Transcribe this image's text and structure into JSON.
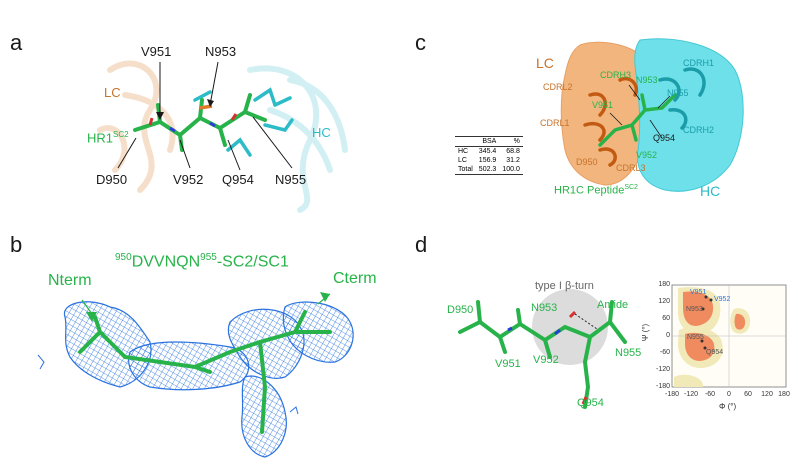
{
  "panels": {
    "a": {
      "label": "a",
      "residues": [
        "V951",
        "N953",
        "D950",
        "V952",
        "Q954",
        "N955"
      ],
      "chains": {
        "lc": "LC",
        "hc": "HC"
      },
      "peptide_base": "HR1",
      "peptide_sup": "SC2"
    },
    "b": {
      "label": "b",
      "title_pre": "950",
      "title_mid": "DVVNQN",
      "title_sup": "955",
      "title_post": "-SC2/SC1",
      "nterm": "Nterm",
      "cterm": "Cterm"
    },
    "c": {
      "label": "c",
      "chains": {
        "lc": "LC",
        "hc": "HC"
      },
      "cdr": [
        "CDRL2",
        "CDRH3",
        "CDRH1",
        "CDRL1",
        "CDRL3",
        "CDRH2"
      ],
      "residues": [
        "N953",
        "V951",
        "N955",
        "Q954",
        "D950",
        "V952"
      ],
      "peptide_base": "HR1C Peptide",
      "peptide_sup": "SC2",
      "table": {
        "headers": [
          "",
          "BSA",
          "%"
        ],
        "rows": [
          [
            "HC",
            "345.4",
            "68.8"
          ],
          [
            "LC",
            "156.9",
            "31.2"
          ],
          [
            "Total",
            "502.3",
            "100.0"
          ]
        ]
      }
    },
    "d": {
      "label": "d",
      "turn_label": "type I β-turn",
      "residues": [
        "D950",
        "N953",
        "Amide",
        "V951",
        "V952",
        "N955",
        "Q954"
      ],
      "plot": {
        "y_ticks": [
          "180",
          "120",
          "60",
          "0",
          "-60",
          "-120",
          "-180"
        ],
        "x_ticks": [
          "-180",
          "-120",
          "-60",
          "0",
          "60",
          "120",
          "180"
        ],
        "xlabel": "Φ (°)",
        "ylabel": "Ψ (°)",
        "points": [
          "V951",
          "V952",
          "N953",
          "N955",
          "Q954"
        ]
      }
    }
  },
  "colors": {
    "green": "#27b34a",
    "orange": "#c8722a",
    "cyan": "#2bbcc8",
    "mesh": "#2a73e0",
    "label_dark": "#1a1a1a"
  }
}
